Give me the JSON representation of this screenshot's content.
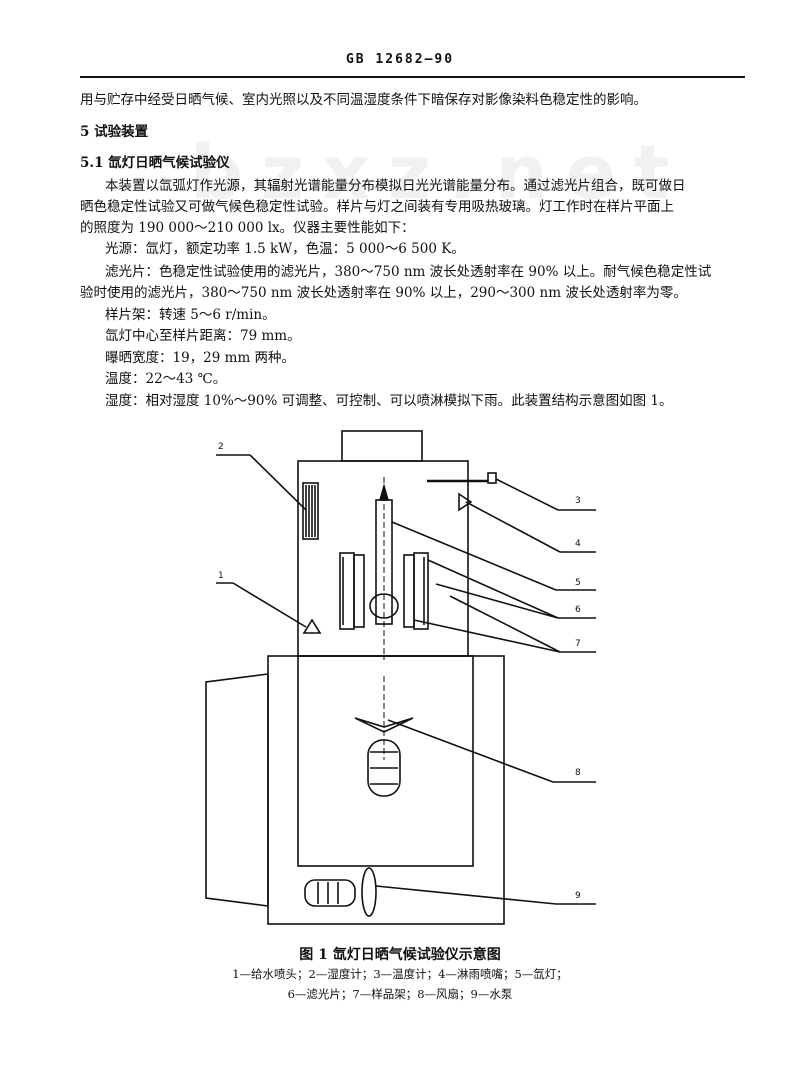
{
  "header": {
    "standard_no": "GB  12682—90"
  },
  "watermark": "bzxz.net",
  "body": {
    "intro_tail": "用与贮存中经受日晒气候、室内光照以及不同温湿度条件下暗保存对影像染料色稳定性的影响。",
    "section5_title": "5  试验装置",
    "section51_title": "5.1  氙灯日晒气候试验仪",
    "p1_line1": "本装置以氙弧灯作光源，其辐射光谱能量分布模拟日光光谱能量分布。通过滤光片组合，既可做日",
    "p1_line2": "晒色稳定性试验又可做气候色稳定性试验。样片与灯之间装有专用吸热玻璃。灯工作时在样片平面上",
    "p1_line3": "的照度为 190 000～210 000 lx。仪器主要性能如下：",
    "light_source": "光源：氙灯，额定功率 1.5 kW，色温：5 000～6 500 K。",
    "filter_line1": "滤光片：色稳定性试验使用的滤光片，380～750 nm 波长处透射率在 90% 以上。耐气候色稳定性试",
    "filter_line2": "验时使用的滤光片，380～750 nm 波长处透射率在 90% 以上，290～300 nm 波长处透射率为零。",
    "rack": "样片架：转速 5～6 r/min。",
    "distance": "氙灯中心至样片距离：79 mm。",
    "exposure_width": "曝晒宽度：19，29 mm 两种。",
    "temperature": "温度：22～43 ℃。",
    "humidity": "湿度：相对湿度 10%～90% 可调整、可控制、可以喷淋模拟下雨。此装置结构示意图如图 1。"
  },
  "figure": {
    "labels": [
      "1",
      "2",
      "3",
      "4",
      "5",
      "6",
      "7",
      "8",
      "9"
    ],
    "caption": "图 1   氙灯日晒气候试验仪示意图",
    "legend_line1": "1—给水喷头；2—湿度计；3—温度计；4—淋雨喷嘴；5—氙灯；",
    "legend_line2": "6—滤光片；7—样品架；8—风扇；9—水泵"
  }
}
